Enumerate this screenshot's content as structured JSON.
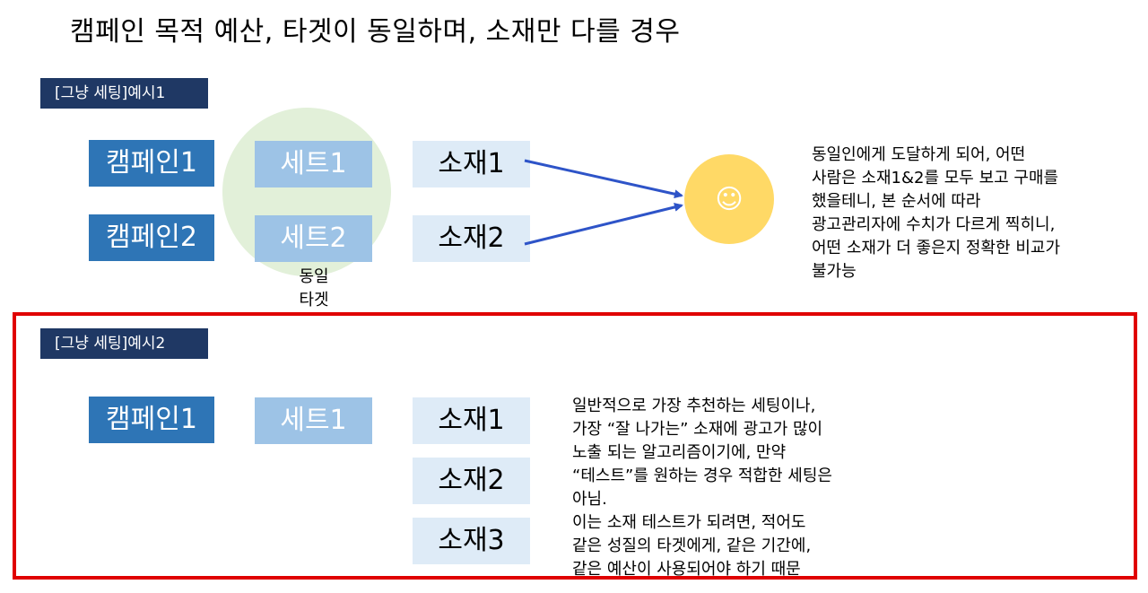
{
  "title": "캠페인 목적 예산, 타겟이 동일하며, 소재만 다를 경우",
  "example1": {
    "tag": "[그냥 세팅]예시1",
    "campaigns": [
      "캠페인1",
      "캠페인2"
    ],
    "sets": [
      "세트1",
      "세트2"
    ],
    "creatives": [
      "소재1",
      "소재2"
    ],
    "target_label_line1": "동일",
    "target_label_line2": "타겟",
    "person_symbol": "☺",
    "note_lines": [
      "동일인에게 도달하게 되어, 어떤",
      "사람은 소재1&2를 모두 보고 구매를",
      "했을테니, 본 순서에 따라",
      "광고관리자에 수치가 다르게 찍히니,",
      "어떤 소재가 더 좋은지 정확한 비교가",
      "불가능"
    ]
  },
  "example2": {
    "tag": "[그냥 세팅]예시2",
    "campaign": "캠페인1",
    "set": "세트1",
    "creatives": [
      "소재1",
      "소재2",
      "소재3"
    ],
    "note_lines": [
      "일반적으로 가장 추천하는 세팅이나,",
      "가장 “잘 나가는” 소재에 광고가 많이",
      "노출 되는 알고리즘이기에, 만약",
      "“테스트”를 원하는 경우 적합한 세팅은",
      "아님.",
      "이는 소재 테스트가 되려면, 적어도",
      "같은 성질의 타겟에게, 같은 기간에,",
      "같은 예산이 사용되어야 하기 때문"
    ]
  },
  "colors": {
    "tag_bg": "#1f3864",
    "campaign_bg": "#2e75b6",
    "set_bg": "#9dc3e6",
    "creative_bg": "#deebf7",
    "target_circle": "#e2f0d9",
    "person_circle": "#ffd966",
    "arrow": "#2e54c8",
    "highlight_border": "#e00000"
  }
}
